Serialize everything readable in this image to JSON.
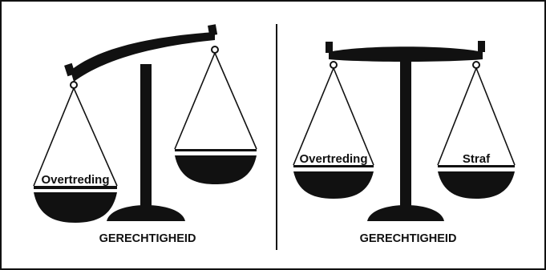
{
  "left_panel": {
    "pan_label": "Overtreding",
    "caption": "GERECHTIGHEID"
  },
  "right_panel": {
    "left_pan_label": "Overtreding",
    "right_pan_label": "Straf",
    "caption": "GERECHTIGHEID"
  },
  "colors": {
    "ink": "#111111",
    "background": "#ffffff"
  }
}
